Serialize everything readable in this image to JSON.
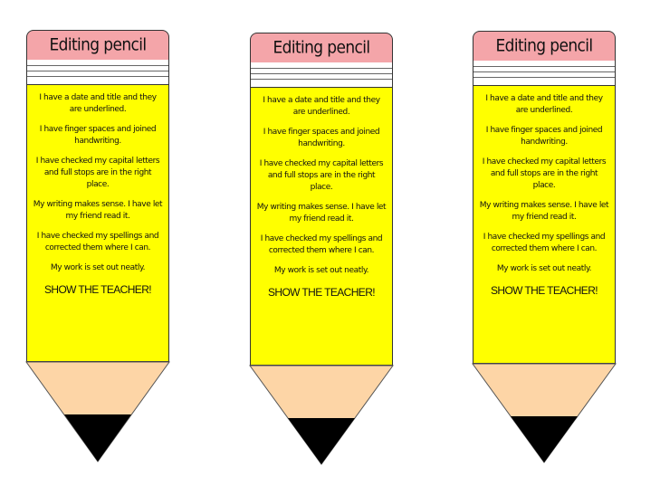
{
  "pencils": [
    {
      "title": "Editing pencil",
      "items": [
        "I have a date and title and they are underlined.",
        "I have finger spaces and  joined handwriting.",
        "I have checked my capital letters and full stops are in the right place.",
        "My writing makes sense. I have let my friend read it.",
        "I have checked my spellings and corrected them where I can.",
        "My work is set out neatly."
      ],
      "closing": "SHOW THE TEACHER!"
    },
    {
      "title": "Editing pencil",
      "items": [
        "I have a date and title and they are underlined.",
        "I have finger spaces and  joined handwriting.",
        "I have checked my capital letters and full stops are in the right place.",
        "My writing makes sense. I have let my friend read it.",
        "I have checked my spellings and corrected them where I can.",
        "My work is set out neatly."
      ],
      "closing": "SHOW THE TEACHER!"
    },
    {
      "title": "Editing pencil",
      "items": [
        "I have a date and title and they are underlined.",
        "I have finger spaces and  joined handwriting.",
        "I have checked my capital letters and full stops are in the right place.",
        "My writing makes sense. I have let my friend read it.",
        "I have checked my spellings and corrected them where I can.",
        "My work is set out neatly."
      ],
      "closing": "SHOW THE TEACHER!"
    }
  ],
  "colors": {
    "eraser": "#f4a5a9",
    "body": "#ffff00",
    "wood": "#fdd5a6",
    "lead": "#000000"
  }
}
